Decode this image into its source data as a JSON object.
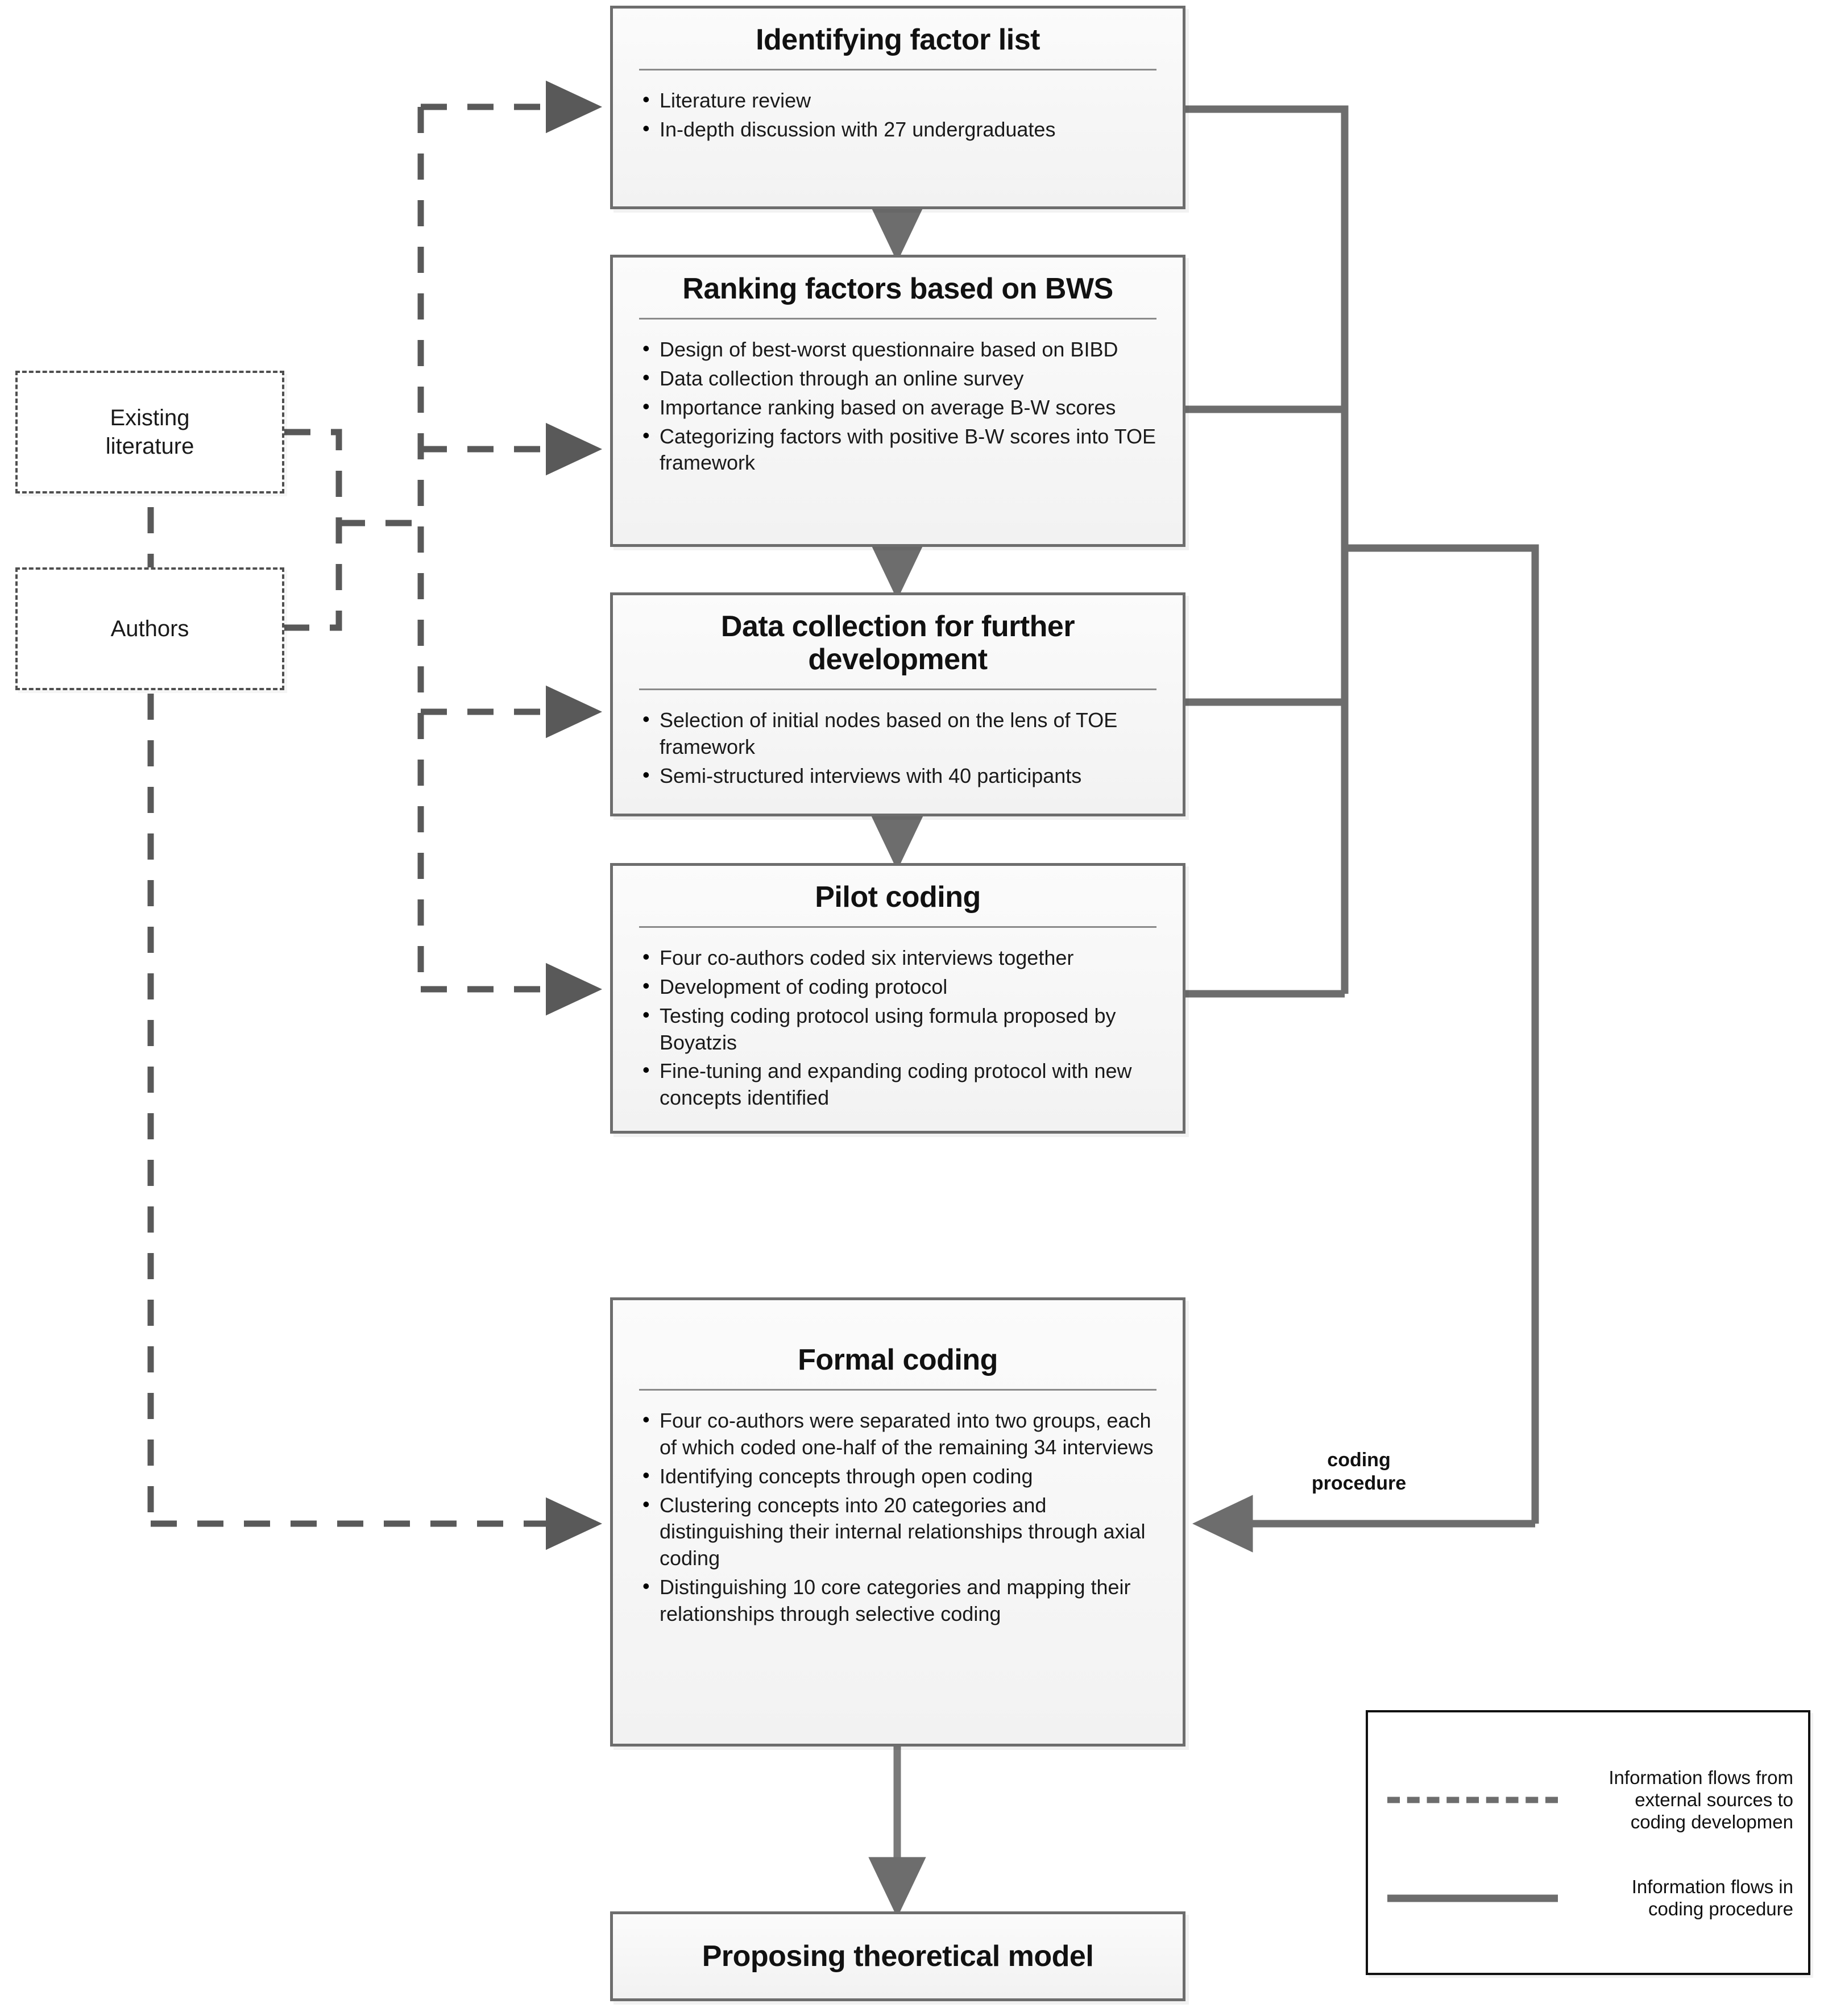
{
  "figure": {
    "type": "flowchart",
    "orientation": "vertical"
  },
  "process_boxes": [
    {
      "id": "identifying-factor-list",
      "title": "Identifying factor list",
      "bullets": [
        "Literature review",
        "In-depth discussion with 27 undergraduates"
      ]
    },
    {
      "id": "ranking-factors-bws",
      "title": "Ranking factors based on BWS",
      "bullets": [
        "Design of best-worst questionnaire based on BIBD",
        "Data collection through an online survey",
        "Importance ranking based on average B-W scores",
        "Categorizing factors with positive B-W scores into TOE framework"
      ]
    },
    {
      "id": "data-collection-further-development",
      "title": "Data collection for further development",
      "bullets": [
        "Selection of initial nodes based on the lens of TOE framework",
        "Semi-structured interviews with 40 participants"
      ]
    },
    {
      "id": "pilot-coding",
      "title": "Pilot coding",
      "bullets": [
        "Four co-authors coded six interviews together",
        "Development of coding protocol",
        "Testing coding protocol using formula proposed by Boyatzis",
        "Fine-tuning and expanding coding protocol with new concepts identified"
      ]
    },
    {
      "id": "formal-coding",
      "title": "Formal coding",
      "bullets": [
        "Four co-authors were separated into two groups, each of which coded one-half of the remaining 34 interviews",
        "Identifying concepts through open coding",
        "Clustering concepts into 20 categories and distinguishing their internal relationships through axial coding",
        "Distinguishing 10 core categories and mapping their relationships through selective coding"
      ]
    },
    {
      "id": "proposing-theoretical-model",
      "title": "Proposing theoretical model",
      "bullets": []
    }
  ],
  "source_boxes": [
    {
      "id": "existing-literature",
      "label": "Existing\nliterature"
    },
    {
      "id": "authors",
      "label": "Authors"
    }
  ],
  "edge_labels": {
    "coding_procedure": "coding\nprocedure"
  },
  "legend": {
    "items": [
      {
        "style": "dashed",
        "text": "Information flows from external sources to coding developmen"
      },
      {
        "style": "solid",
        "text": "Information flows in coding procedure"
      }
    ]
  },
  "colors": {
    "box_border": "#6d6d6d",
    "box_fill": "#f4f4f4",
    "dashed_line": "#4f4f4f",
    "solid_line": "#6d6d6d",
    "legend_border": "#111111",
    "text": "#1a1a1a"
  }
}
